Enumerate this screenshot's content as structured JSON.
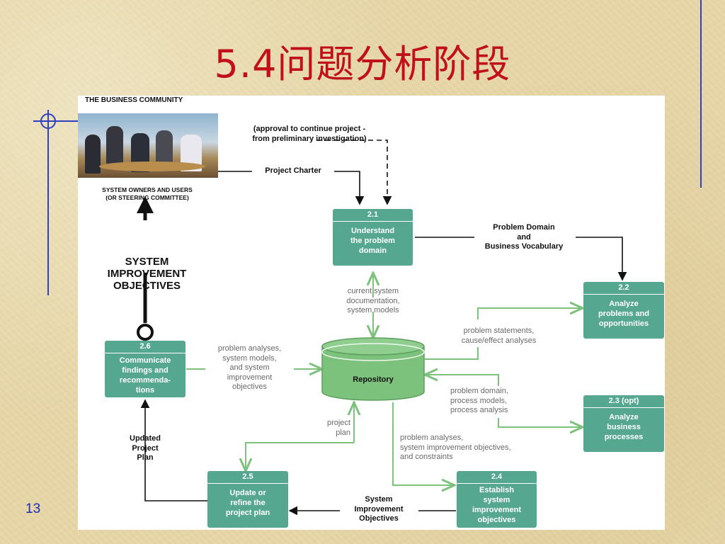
{
  "slide": {
    "title": "5.4问题分析阶段",
    "page_number": "13"
  },
  "diagram": {
    "header": "THE BUSINESS COMMUNITY",
    "owners": "SYSTEM OWNERS AND USERS\n(OR STEERING COMMITTEE)",
    "approval": "(approval to continue project -\nfrom preliminary investigation)",
    "charter": "Project Charter",
    "sio_big": "SYSTEM\nIMPROVEMENT\nOBJECTIVES",
    "boxes": {
      "b21": {
        "num": "2.1",
        "text": "Understand\nthe problem\ndomain"
      },
      "b22": {
        "num": "2.2",
        "text": "Analyze\nproblems and\nopportunities"
      },
      "b23": {
        "num": "2.3 (opt)",
        "text": "Analyze\nbusiness\nprocesses"
      },
      "b24": {
        "num": "2.4",
        "text": "Establish\nsystem\nimprovement\nobjectives"
      },
      "b25": {
        "num": "2.5",
        "text": "Update or\nrefine the\nproject plan"
      },
      "b26": {
        "num": "2.6",
        "text": "Communicate\nfindings and\nrecommenda-\ntions"
      }
    },
    "repository": "Repository",
    "flows": {
      "problem_domain_vocab": "Problem Domain\nand\nBusiness Vocabulary",
      "current_docs": "current system\ndocumentation,\nsystem models",
      "problem_statements": "problem statements,\ncause/effect analyses",
      "problem_domain_models": "problem domain,\nprocess models,\nprocess analysis",
      "analyses_models": "problem analyses,\nsystem models,\nand system\nimprovement\nobjectives",
      "project_plan": "project\nplan",
      "analyses_constraints": "problem analyses,\nsystem improvement objectives,\nand constraints",
      "updated_plan": "Updated\nProject\nPlan",
      "sio_small": "System\nImprovement\nObjectives"
    }
  }
}
